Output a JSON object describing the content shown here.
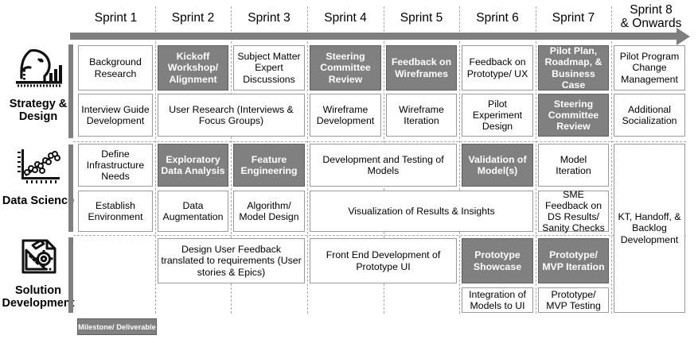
{
  "columns": [
    {
      "label": "Sprint 1"
    },
    {
      "label": "Sprint 2"
    },
    {
      "label": "Sprint 3"
    },
    {
      "label": "Sprint 4"
    },
    {
      "label": "Sprint 5"
    },
    {
      "label": "Sprint 6"
    },
    {
      "label": "Sprint 7"
    },
    {
      "label": "Sprint 8\n& Onwards"
    }
  ],
  "swimlanes": [
    {
      "name": "Strategy & Design",
      "icon": "chess-knight-bar-chart-icon"
    },
    {
      "name": "Data Science",
      "icon": "scatter-plot-trendline-icon"
    },
    {
      "name": "Solution Development",
      "icon": "document-gear-ruler-pencil-icon"
    }
  ],
  "legend": {
    "milestone_label": "Milestone/ Deliverable",
    "milestone_color": "#808080"
  },
  "colors": {
    "milestone": "#808080",
    "task": "#ffffff",
    "arrow": "#7f7f7f",
    "separator": "#a8a8a8"
  },
  "tasks": {
    "r1c1": "Background Research",
    "r1c2": "Kickoff Workshop/ Alignment",
    "r1c3": "Subject Matter Expert Discussions",
    "r1c4": "Steering Committee Review",
    "r1c5": "Feedback on Wireframes",
    "r1c6": "Feedback on Prototype/ UX",
    "r1c7": "Pilot Plan, Roadmap, & Business Case",
    "r1c8": "Pilot Program Change Management",
    "r2c1": "Interview Guide Development",
    "r2c23": "User Research (Interviews & Focus Groups)",
    "r2c4": "Wireframe Development",
    "r2c5": "Wireframe Iteration",
    "r2c6": "Pilot Experiment Design",
    "r2c7": "Steering Committee Review",
    "r2c8": "Additional Socialization",
    "r3c1": "Define Infrastructure Needs",
    "r3c2": "Exploratory Data Analysis",
    "r3c3": "Feature Engineering",
    "r3c45": "Development and Testing of Models",
    "r3c6": "Validation of Model(s)",
    "r3c7": "Model Iteration",
    "r4c1": "Establish Environment",
    "r4c2": "Data Augmentation",
    "r4c3": "Algorithm/ Model Design",
    "r4c456": "Visualization of Results & Insights",
    "r4c7": "SME Feedback on DS Results/ Sanity Checks",
    "r34c8": "KT, Handoff, & Backlog Development",
    "r5c23": "Design User Feedback translated to requirements (User stories & Epics)",
    "r5c45": "Front End Development of Prototype UI",
    "r5c6": "Prototype Showcase",
    "r5c7": "Prototype/ MVP Iteration",
    "r6c6": "Integration of Models to UI",
    "r6c7": "Prototype/ MVP Testing"
  }
}
